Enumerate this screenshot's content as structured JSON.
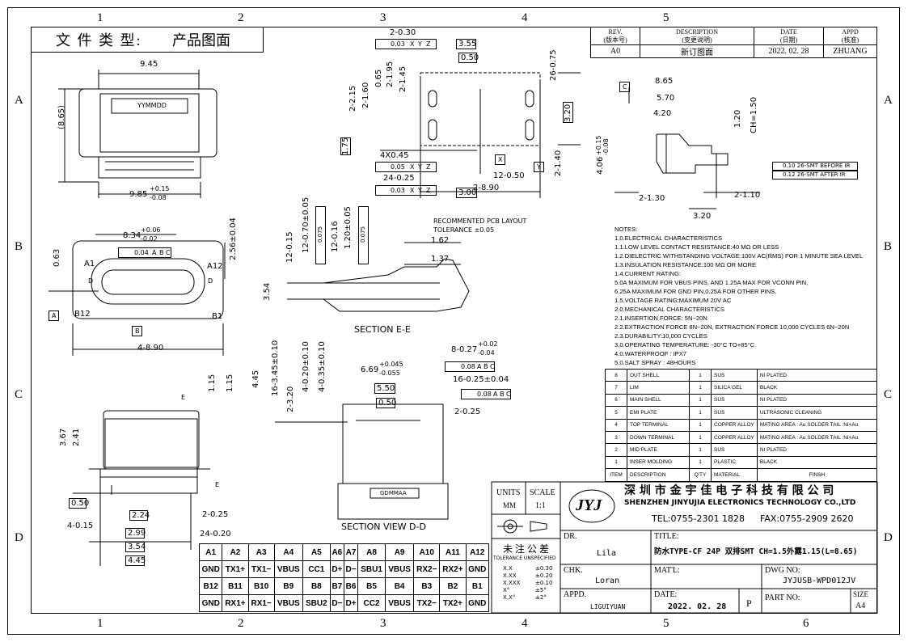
{
  "doc_type": {
    "label": "文 件 类 型:",
    "value": "产品图面"
  },
  "zones": {
    "cols": [
      "1",
      "2",
      "3",
      "4",
      "5",
      "6"
    ],
    "rows": [
      "A",
      "B",
      "C",
      "D"
    ]
  },
  "revision": {
    "headers": [
      "REV.\n(版本号)",
      "DESCRIPTION\n(变更说明)",
      "DATE\n(日期)",
      "APPD\n(核准)"
    ],
    "h1": [
      "REV.",
      "DESCRIPTION",
      "DATE",
      "APPD"
    ],
    "h2": [
      "(版本号)",
      "(变更说明)",
      "(日期)",
      "(核准)"
    ],
    "row": [
      "A0",
      "新订图面",
      "2022. 02. 28",
      "ZHUANG"
    ]
  },
  "dims": {
    "top_width": "9.45",
    "side_height": "(8.65)",
    "datecode": "YYMMDD",
    "bottom_width_base": "9.85",
    "bottom_width_plus": "+0.15",
    "bottom_width_minus": "-0.08",
    "front_width_base": "8.34",
    "front_width_plus": "+0.06",
    "front_width_minus": "-0.02",
    "front_height": "2.56±0.04",
    "front_left": "0.63",
    "front_tol": "0.04",
    "front_tol2": "0.075",
    "pitch": "4-8.90",
    "a1": "A1",
    "a12": "A12",
    "b12": "B12",
    "b1": "B1",
    "datum_a": "A",
    "datum_b": "B",
    "datum_c": "C",
    "datum_d": "D",
    "pcb_2_030": "2-0.30",
    "pcb_003": "0.03",
    "pcb_355": "3.55",
    "pcb_050": "0.50",
    "pcb_2_215": "2-2.15",
    "pcb_2_160": "2-1.60",
    "pcb_065": "0.65",
    "pcb_2_195": "2-1.95",
    "pcb_2_145": "2-1.45",
    "pcb_26_075": "26-0.75",
    "pcb_320": "3.20",
    "pcb_175": "1.75",
    "pcb_4x045": "4X0.45",
    "pcb_005": "0.05",
    "pcb_24_025": "24-0.25",
    "pcb_003b": "0.03",
    "pcb_12_050": "12-0.50",
    "pcb_300": "3.00",
    "pcb_2_890": "2-8.90",
    "pcb_2_140": "2-1.40",
    "pcb_x": "X",
    "pcb_y": "Y",
    "pcb_z": "Z",
    "pcb_caption1": "RECOMMENTED PCB LAYOUT",
    "pcb_caption2": "TOLERANCE ±0.05",
    "side_865": "8.65",
    "side_570": "5.70",
    "side_420": "4.20",
    "side_120": "1.20",
    "side_ch": "CH=1.50",
    "side_406": "4.06",
    "side_406p": "+0.15",
    "side_406m": "-0.08",
    "side_2_130": "2-1.30",
    "side_2_110": "2-1.10",
    "side_320": "3.20",
    "smt1": "0.10 26-SMT BEFORE IR",
    "smt2": "0.12 26-SMT AFTER IR",
    "e_12_015": "12-0.15",
    "e_12_070": "12-0.70±0.05",
    "e_12_016": "12-0.16",
    "e_120": "1.20±0.05",
    "e_0075": "0.075",
    "e_162": "1.62",
    "e_137": "1.37",
    "e_354": "3.54",
    "sec_e": "SECTION   E-E",
    "d_445": "4.45",
    "d_16_345": "16-3.45±0.10",
    "d_2_320": "2-3.20",
    "d_4_020": "4-0.20±0.10",
    "d_4_035": "4-0.35±0.10",
    "d_669": "6.69",
    "d_669p": "+0.045",
    "d_669m": "-0.055",
    "d_8_027": "8-0.27",
    "d_8_027p": "+0.02",
    "d_8_027m": "-0.04",
    "d_008": "0.08",
    "d_16_025": "16-0.25±0.04",
    "d_550": "5.50",
    "d_050": "0.50",
    "d_2_025": "2-0.25",
    "d_label": "GDMMAA",
    "sec_d": "SECTION  VIEW D-D",
    "b_115a": "1.15",
    "b_115b": "1.15",
    "b_367": "3.67",
    "b_241": "2.41",
    "b_050": "0.50",
    "b_224": "2.24",
    "b_4_015": "4-0.15",
    "b_299": "2.99",
    "b_354": "3.54",
    "b_445": "4.45",
    "b_2_025": "2-0.25",
    "b_24_020": "24-0.20",
    "b_e": "E"
  },
  "notes": [
    "NOTES:",
    "1.0.ELECTRICAL CHARACTERISTICS",
    "1.1.LOW LEVEL CONTACT RESISTANCE:40 MΩ OR LESS",
    "1.2.DIELECTRIC WITHSTANDING VOLTAGE:100V AC(RMS) FOR 1 MINUTE SEA LEVEL",
    "1.3.INSULATION RESISTANCE:100 MΩ OR MORE",
    "1.4.CURRENT RATING:",
    "      5.0A MAXIMUM FOR VBUS PINS, AND 1.25A MAX FOR VCONN PIN,",
    "      6.25A MAXIMUM FOR GND PIN,0.25A FOR OTHER PINS.",
    "1.5.VOLTAGE RATING:MAXIMUM 20V AC",
    "2.0.MECHANICAL CHARACTERISTICS",
    "2.1.INSERTION FORCE: 5N~20N",
    "2.2.EXTRACTION FORCE  8N~20N,   EXTRACTION FORCE 10,000 CYCLES 6N~20N",
    "2.3.DURABILITY:10,000 CYCLES",
    "3.0.OPERATING TEMPERATURE: -30°C  TO+85°C",
    "4.0.WATERPROOF : IPX7",
    "5.0.SALT SPRAY : 48HOURS"
  ],
  "bom": {
    "rows": [
      [
        "8",
        "OUT SHELL",
        "1",
        "SUS",
        "NI PLATED"
      ],
      [
        "7",
        "LIM",
        "1",
        "SILICA GEL",
        "BLACK"
      ],
      [
        "6",
        "MAIN SHELL",
        "1",
        "SUS",
        "NI PLATED"
      ],
      [
        "5",
        "EMI PLATE",
        "1",
        "SUS",
        "ULTRASONIC CLEANING"
      ],
      [
        "4",
        "TOP TERMINAL",
        "1",
        "COPPER ALLOY",
        "MATING AREA : Au  SOLDER TAIL :Ni+Au"
      ],
      [
        "3",
        "DOWN TERMINAL",
        "1",
        "COPPER ALLOY",
        "MATING AREA : Au  SOLDER TAIL :Ni+Au"
      ],
      [
        "2",
        "MID PLATE",
        "1",
        "SUS",
        "NI PLATED"
      ],
      [
        "1",
        "INSER MOLDING",
        "1",
        "PLASTIC",
        "BLACK"
      ]
    ],
    "header": [
      "ITEM",
      "DESCRIPTION",
      "Q'TY",
      "MATERIAL",
      "FINSH"
    ]
  },
  "pins": {
    "row1": [
      "A1",
      "A2",
      "A3",
      "A4",
      "A5",
      "A6",
      "A7",
      "A8",
      "A9",
      "A10",
      "A11",
      "A12"
    ],
    "row2": [
      "GND",
      "TX1+",
      "TX1−",
      "VBUS",
      "CC1",
      "D+",
      "D−",
      "SBU1",
      "VBUS",
      "RX2−",
      "RX2+",
      "GND"
    ],
    "row3": [
      "B12",
      "B11",
      "B10",
      "B9",
      "B8",
      "B7",
      "B6",
      "B5",
      "B4",
      "B3",
      "B2",
      "B1"
    ],
    "row4": [
      "GND",
      "RX1+",
      "RX1−",
      "VBUS",
      "SBU2",
      "D−",
      "D+",
      "CC2",
      "VBUS",
      "TX2−",
      "TX2+",
      "GND"
    ]
  },
  "title_block": {
    "units_label": "UNITS",
    "units_value": "MM",
    "scale_label": "SCALE",
    "scale_value": "1:1",
    "logo": "JYJ",
    "company_cn": "深 圳 市 金 宇 佳 电 子 科 技 有 限 公 司",
    "company_en": "SHENZHEN  JINYUJIA  ELECTRONICS TECHNOLOGY CO.,LTD",
    "tel": "TEL:0755-2301 1828",
    "fax": "FAX:0755-2909 2620",
    "tol_title": "未 注 公 差",
    "tol_sub": "TOLERANCE UNSPECIFIED",
    "tol_rows": [
      [
        "X.X",
        "±0.30"
      ],
      [
        "X.XX",
        "±0.20"
      ],
      [
        "X.XXX",
        "±0.10"
      ],
      [
        "X°",
        "±5°"
      ],
      [
        "X.X°",
        "±2°"
      ]
    ],
    "dr_label": "DR.",
    "dr_value": "Lila",
    "title_label": "TITLE:",
    "title_value": "防水TYPE-CF 24P 双排SMT CH=1.5外露1.15(L=8.65)",
    "chk_label": "CHK.",
    "chk_value": "Loran",
    "mat_label": "MAT'L:",
    "dwg_label": "DWG NO:",
    "dwg_value": "JYJUSB-WPD012JV",
    "appd_label": "APPD.",
    "appd_value": "LIGUIYUAN",
    "date_label": "DATE:",
    "date_value": "2022. 02. 28",
    "p_value": "P",
    "part_label": "PART  NO:",
    "size_label": "SIZE",
    "size_value": "A4"
  }
}
